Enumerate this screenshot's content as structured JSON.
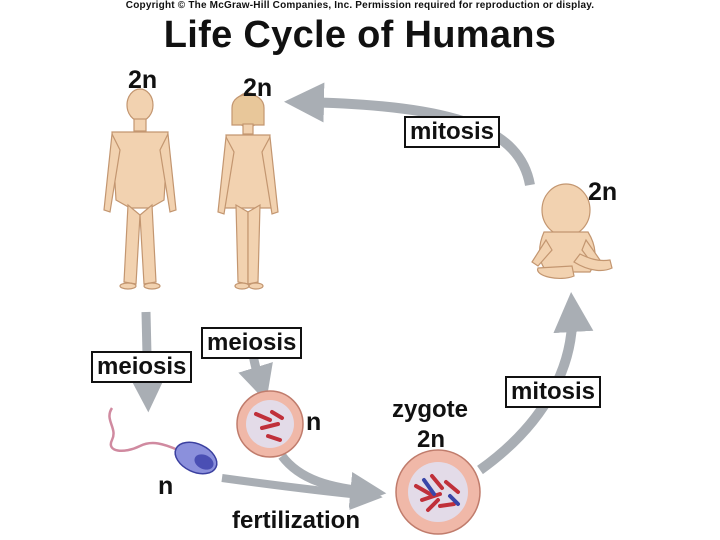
{
  "copyright": "Copyright © The McGraw-Hill Companies, Inc. Permission required for reproduction or display.",
  "title": "Life Cycle of Humans",
  "labels": {
    "male_ploidy": "2n",
    "female_ploidy": "2n",
    "baby_ploidy": "2n",
    "sperm_ploidy": "n",
    "egg_ploidy": "n",
    "zygote": "zygote",
    "zygote_ploidy": "2n",
    "mitosis_top": "mitosis",
    "mitosis_right": "mitosis",
    "meiosis_left": "meiosis",
    "meiosis_center": "meiosis",
    "fertilization": "fertilization"
  },
  "colors": {
    "arrow": "#a9aeb4",
    "skin": "#f2d2b0",
    "cell_outer": "#f0b8a8",
    "cell_inner": "#e3dbe8",
    "chromosome": "#c0303a",
    "sperm_head": "#6a6fc9"
  }
}
